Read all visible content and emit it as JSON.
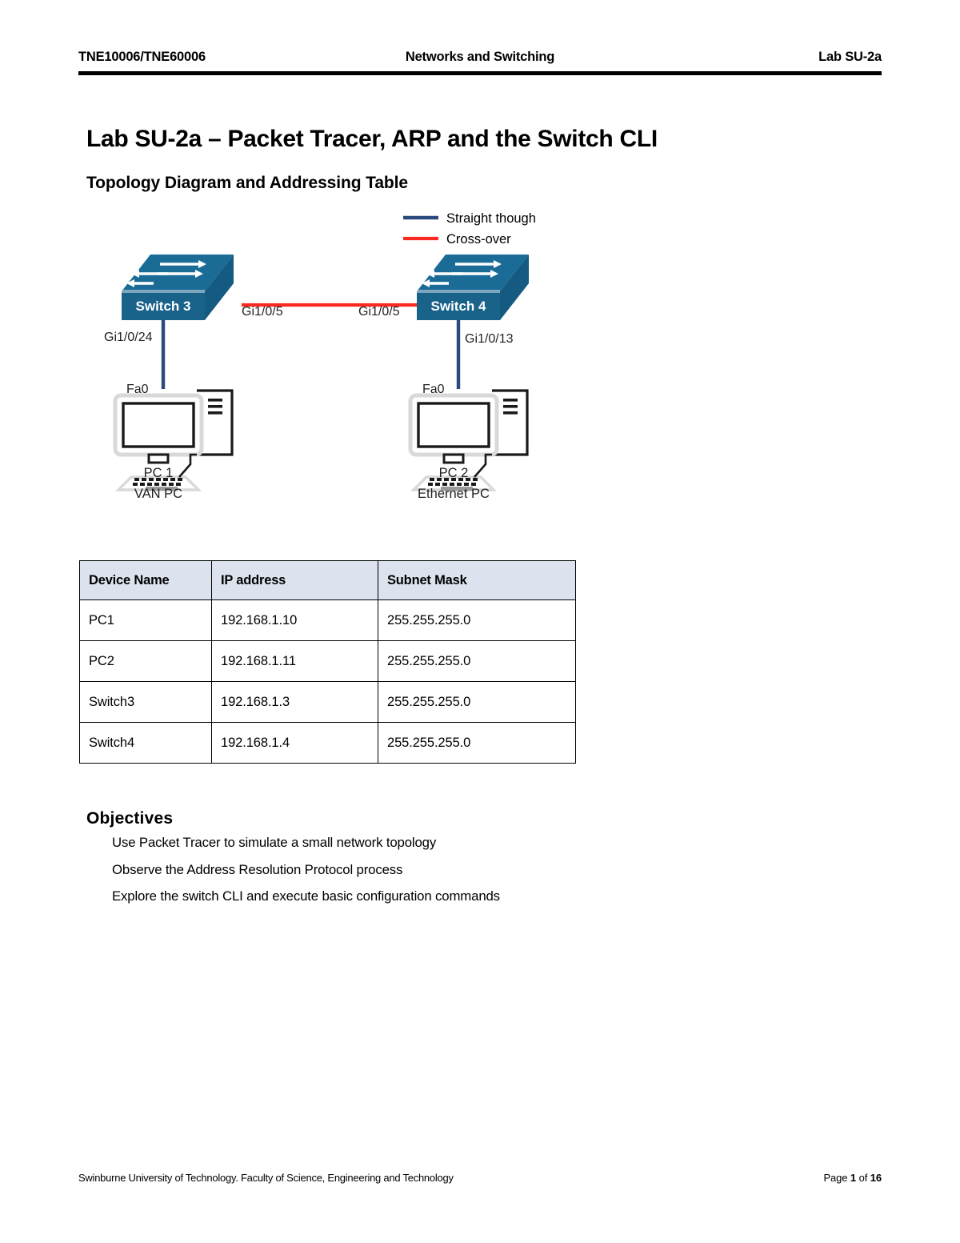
{
  "header": {
    "left": "TNE10006/TNE60006",
    "center": "Networks and Switching",
    "right": "Lab SU-2a"
  },
  "title": "Lab SU-2a – Packet Tracer, ARP and the Switch CLI",
  "section_heading": "Topology Diagram and Addressing Table",
  "topology": {
    "legend": [
      {
        "label": "Straight though",
        "color": "#2b4a7d"
      },
      {
        "label": "Cross-over",
        "color": "#fb2a21"
      }
    ],
    "switches": [
      {
        "name": "Switch 3",
        "uplink_port": "Gi1/0/5",
        "downlink_port": "Gi1/0/24"
      },
      {
        "name": "Switch 4",
        "uplink_port": "Gi1/0/5",
        "downlink_port": "Gi1/0/13"
      }
    ],
    "hosts": [
      {
        "name": "PC 1",
        "role": "VAN PC",
        "port": "Fa0"
      },
      {
        "name": "PC 2",
        "role": "Ethernet PC",
        "port": "Fa0"
      }
    ],
    "colors": {
      "switch_top": "#1a6b96",
      "switch_front": "#19628a",
      "switch_side": "#155a80",
      "arrow": "#ffffff",
      "straight_link": "#2b4a7d",
      "crossover_link": "#fb2a21",
      "pc_bezel": "#d9d9d9",
      "pc_outline": "#1a1a1a"
    }
  },
  "addressing_table": {
    "columns": [
      "Device Name",
      "IP address",
      "Subnet Mask"
    ],
    "rows": [
      [
        "PC1",
        "192.168.1.10",
        "255.255.255.0"
      ],
      [
        "PC2",
        "192.168.1.11",
        "255.255.255.0"
      ],
      [
        "Switch3",
        "192.168.1.3",
        "255.255.255.0"
      ],
      [
        "Switch4",
        "192.168.1.4",
        "255.255.255.0"
      ]
    ],
    "header_background": "#dce3ef"
  },
  "objectives": {
    "heading": "Objectives",
    "items": [
      "Use Packet Tracer to simulate a small network topology",
      "Observe the Address Resolution Protocol process",
      "Explore the switch CLI and execute basic configuration commands"
    ]
  },
  "footer": {
    "left": "Swinburne University of Technology. Faculty of Science, Engineering and Technology",
    "page_prefix": "Page ",
    "page_number": "1",
    "page_of": " of ",
    "page_total": "16"
  }
}
